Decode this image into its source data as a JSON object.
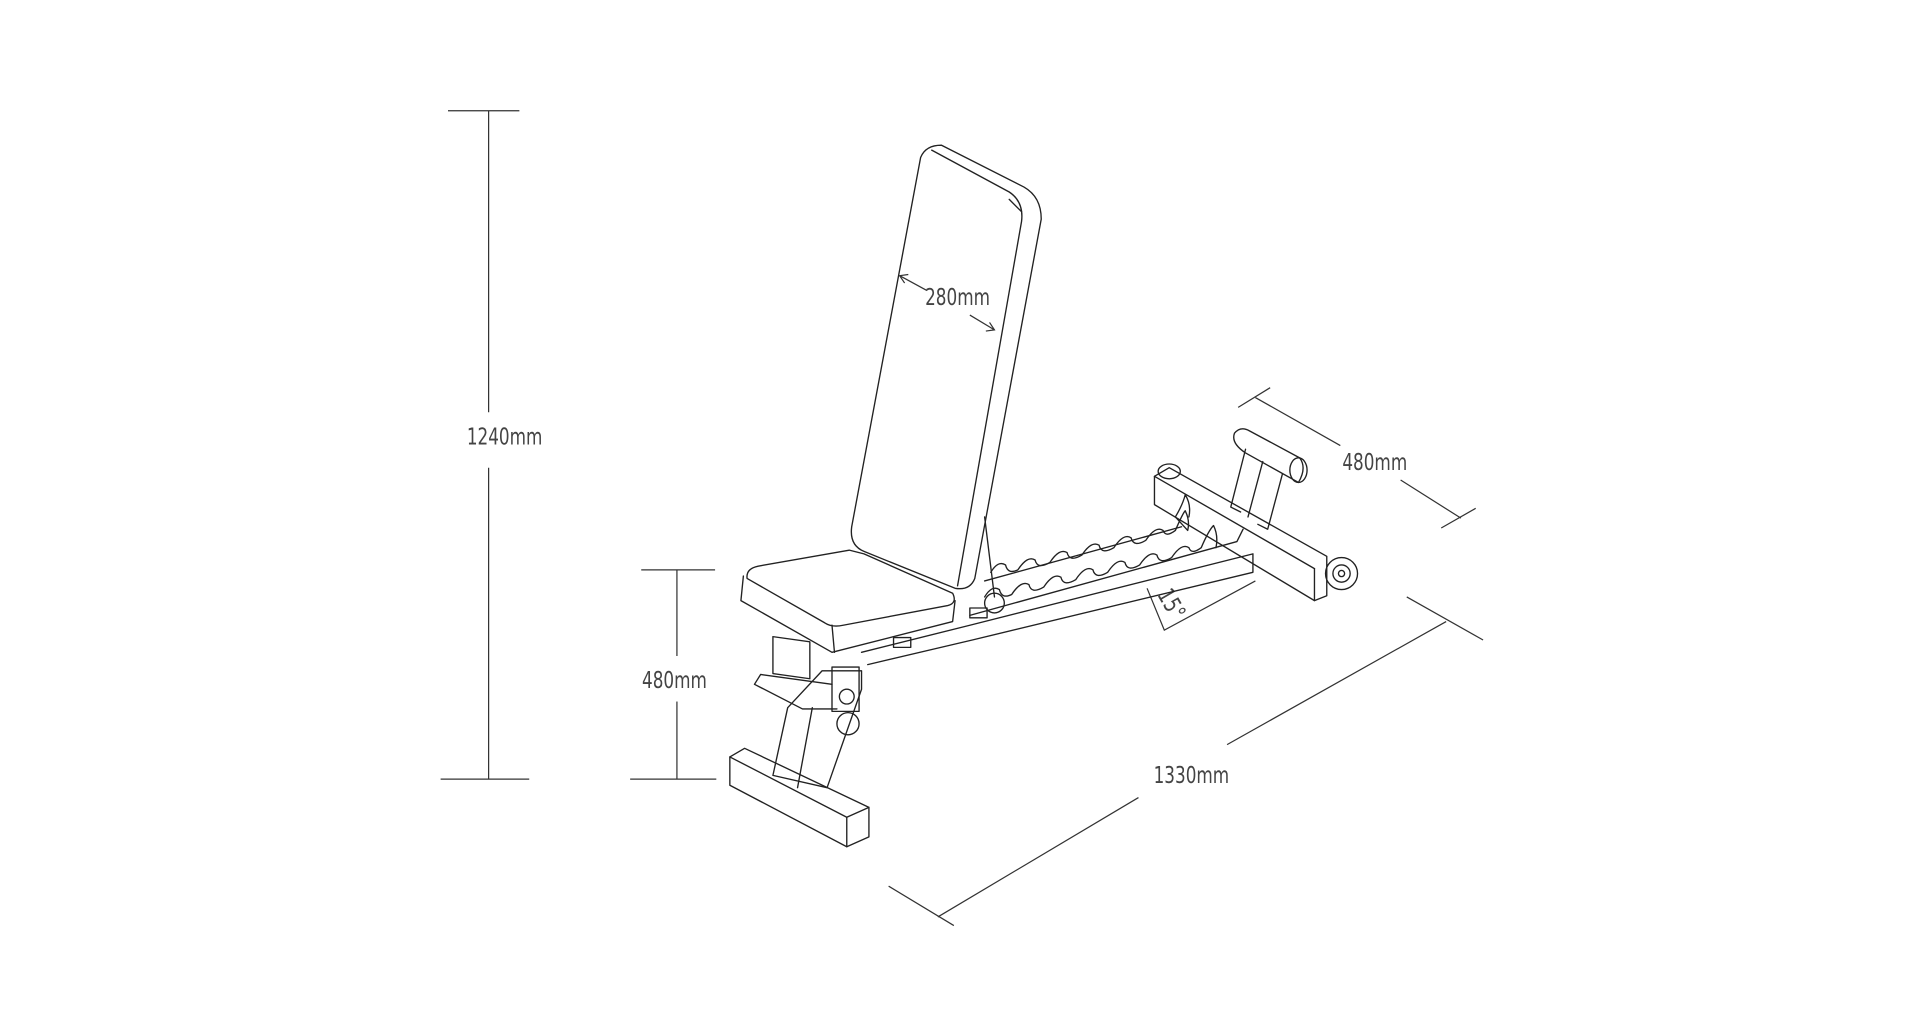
{
  "diagram": {
    "subject": "adjustable-weight-bench",
    "dimensions": {
      "total_height": "1240mm",
      "seat_height": "480mm",
      "backrest_width": "280mm",
      "base_width": "480mm",
      "total_length": "1330mm",
      "incline_angle": "15°"
    },
    "line_color": "#222222",
    "background": "#ffffff"
  }
}
